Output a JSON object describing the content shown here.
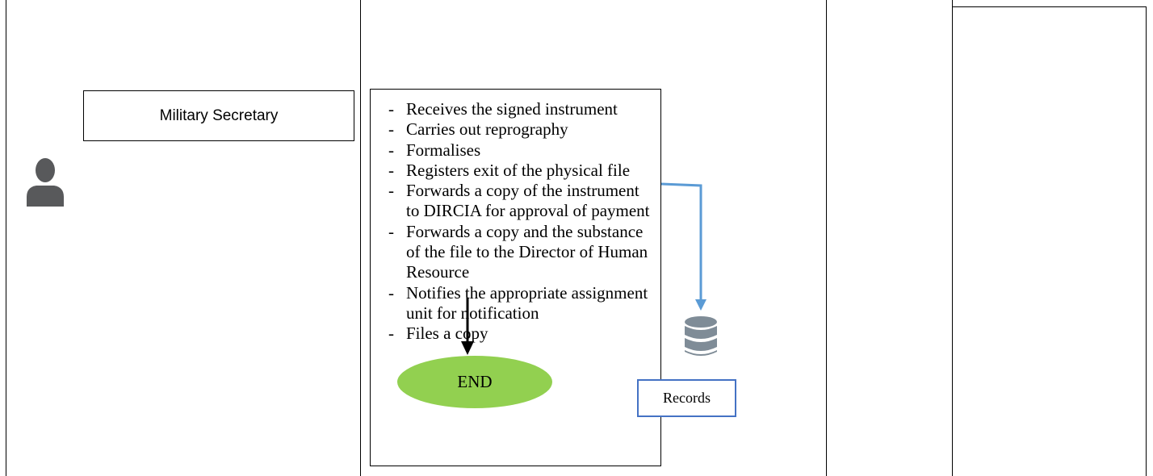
{
  "role_label": "Military Secretary",
  "activities": [
    "Receives the signed instrument",
    "Carries out reprography",
    "Formalises",
    "Registers exit of the physical file",
    "Forwards a copy of the instrument to DIRCIA for approval of payment",
    "Forwards a copy and the substance of the file to the Director of Human Resource",
    "Notifies the appropriate assignment unit for notification",
    "Files a copy"
  ],
  "list_marker": "-",
  "end_label": "END",
  "records_label": "Records",
  "icons": {
    "actor": "person-icon",
    "datastore": "database-icon"
  },
  "colors": {
    "connector": "#5b9bd5",
    "end_fill": "#92d050",
    "records_border": "#4472c4",
    "database": "#7f8c97",
    "actor": "#58595b"
  }
}
